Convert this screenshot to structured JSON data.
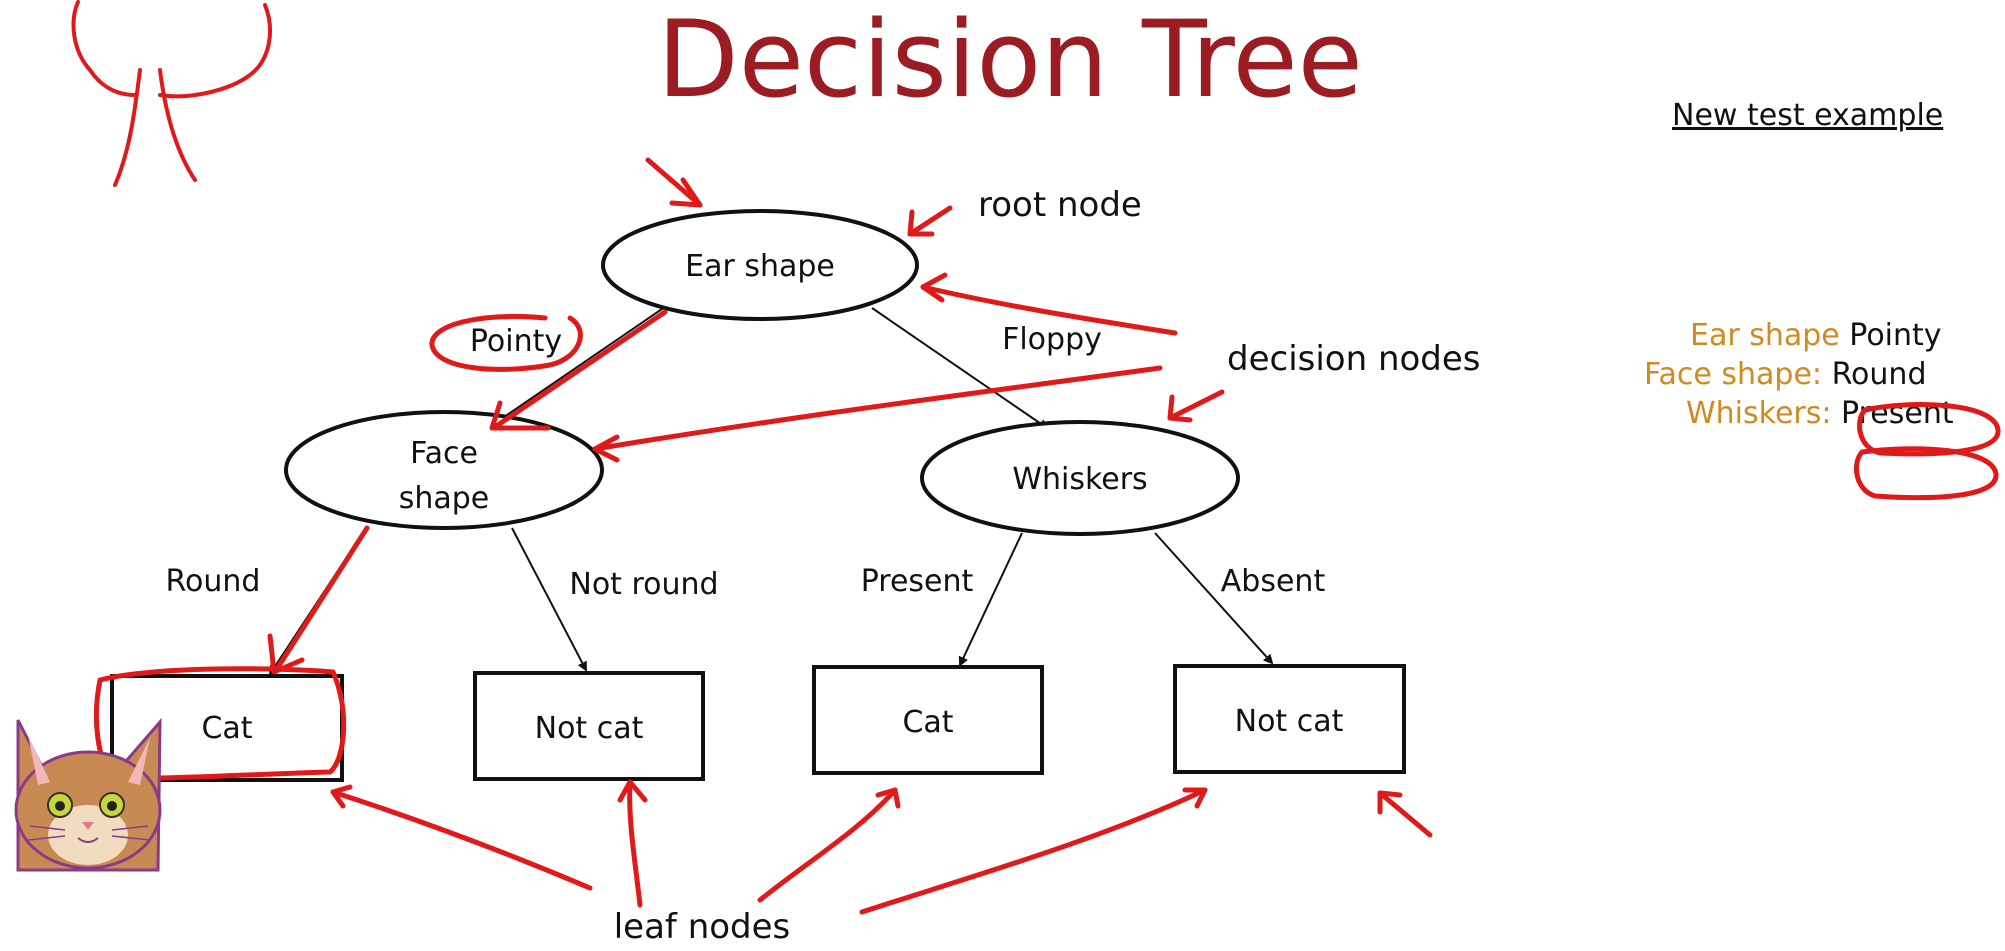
{
  "title": "Decision Tree",
  "test_example": {
    "heading": "New test example",
    "features": [
      {
        "key": "Ear shape",
        "sep": "",
        "value": "Pointy"
      },
      {
        "key": "Face shape",
        "sep": ":",
        "value": "Round"
      },
      {
        "key": "Whiskers",
        "sep": ":",
        "value": "Present"
      }
    ]
  },
  "nodes": {
    "root": "Ear shape",
    "face_line1": "Face",
    "face_line2": "shape",
    "whiskers": "Whiskers",
    "leaf1": "Cat",
    "leaf2": "Not cat",
    "leaf3": "Cat",
    "leaf4": "Not cat"
  },
  "edges": {
    "pointy": "Pointy",
    "floppy": "Floppy",
    "round": "Round",
    "not_round": "Not round",
    "present": "Present",
    "absent": "Absent"
  },
  "annotations": {
    "root_node": "root node",
    "decision_nodes": "decision nodes",
    "leaf_nodes": "leaf nodes"
  },
  "colors": {
    "title": "#9b1c22",
    "annotation_ink": "#e01a1a",
    "feature_key": "#d08a1e"
  }
}
